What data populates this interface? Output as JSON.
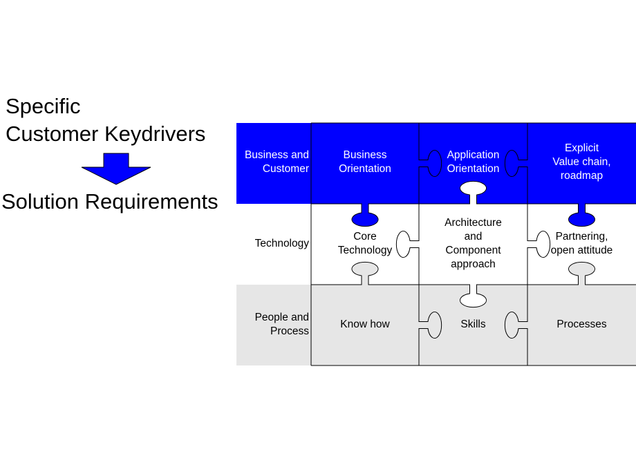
{
  "lead": {
    "line1": "Specific",
    "line2": "Customer Keydrivers",
    "line3": "Solution Requirements"
  },
  "colors": {
    "business_band": "#0000ff",
    "technology_band": "#ffffff",
    "people_band": "#e6e6e6",
    "outline": "#000000",
    "arrow": "#0000ff"
  },
  "rows": [
    {
      "label_lines": [
        "Business and",
        "Customer"
      ]
    },
    {
      "label_lines": [
        "Technology"
      ]
    },
    {
      "label_lines": [
        "People and",
        "Process"
      ]
    }
  ],
  "pieces": [
    [
      {
        "lines": [
          "Business",
          "Orientation"
        ]
      },
      {
        "lines": [
          "Application",
          "Orientation"
        ]
      },
      {
        "lines": [
          "Explicit",
          "Value chain,",
          "roadmap"
        ]
      }
    ],
    [
      {
        "lines": [
          "Core",
          "Technology"
        ]
      },
      {
        "lines": [
          "Architecture",
          "and",
          "Component",
          "approach"
        ]
      },
      {
        "lines": [
          "Partnering,",
          "open attitude"
        ]
      }
    ],
    [
      {
        "lines": [
          "Know how"
        ]
      },
      {
        "lines": [
          "Skills"
        ]
      },
      {
        "lines": [
          "Processes"
        ]
      }
    ]
  ]
}
